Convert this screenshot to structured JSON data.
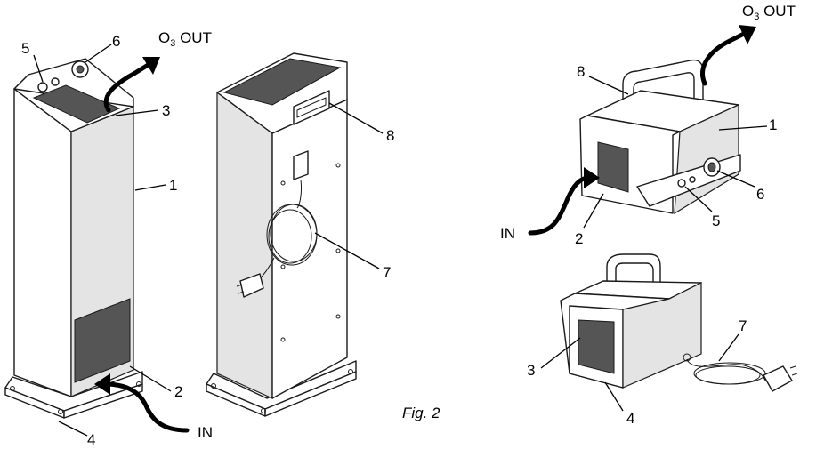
{
  "figure_caption": "Fig. 2",
  "flow_labels": {
    "outlet_prefix": "O",
    "outlet_subscript": "3",
    "outlet_suffix": " OUT",
    "inlet": "IN"
  },
  "callouts": {
    "tower_front": [
      "5",
      "6",
      "3",
      "1",
      "2",
      "4"
    ],
    "tower_back": [
      "8",
      "7"
    ],
    "portable_top": [
      "8",
      "1",
      "6",
      "5",
      "2"
    ],
    "portable_bottom": [
      "7",
      "3",
      "4"
    ]
  }
}
